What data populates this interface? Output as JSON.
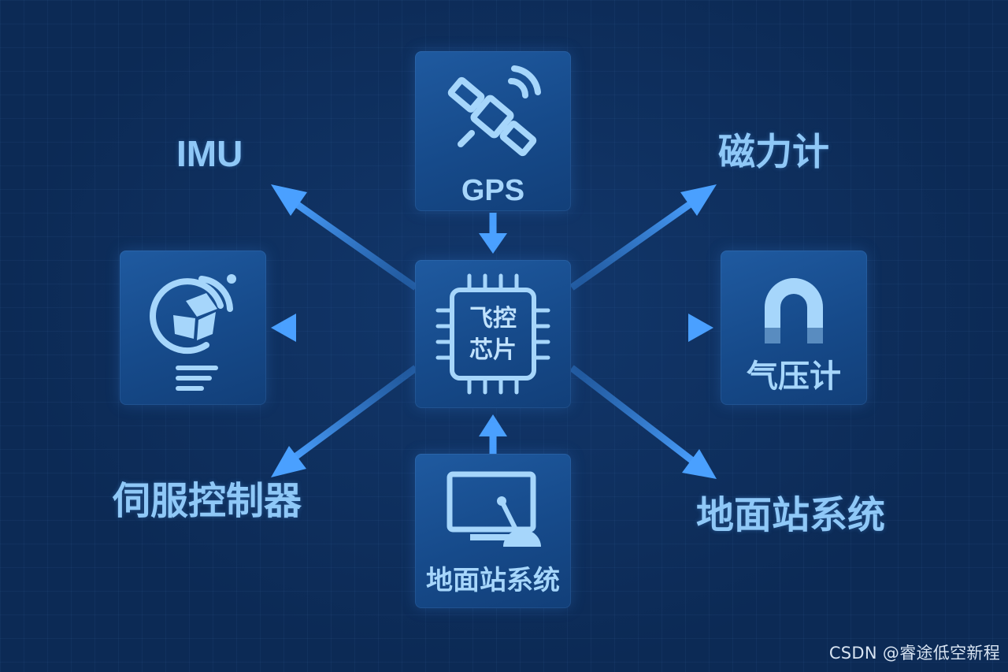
{
  "diagram": {
    "center": {
      "line1": "飞控",
      "line2": "芯片"
    },
    "gps_box": {
      "label": "GPS"
    },
    "ground_box": {
      "label": "地面站系统"
    },
    "barometer_box": {
      "label": "气压计"
    },
    "labels": {
      "imu": "IMU",
      "magnetometer": "磁力计",
      "servo": "伺服控制器",
      "ground_right": "地面站系统"
    },
    "icons": {
      "gps": "satellite-icon",
      "center": "chip-icon",
      "left": "gyroscope-icon",
      "right": "magnet-icon",
      "bottom": "monitor-joystick-icon"
    },
    "colors": {
      "background": "#0c2a55",
      "tile": "#1a518f",
      "arrow": "#3f8fe6",
      "text": "#8fc8f7"
    }
  },
  "watermark": "CSDN @睿途低空新程"
}
